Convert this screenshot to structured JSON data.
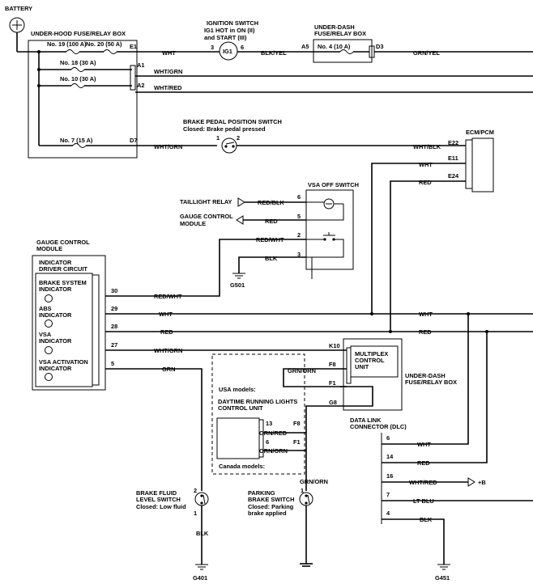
{
  "power": {
    "battery": "BATTERY"
  },
  "underhood": {
    "title": "UNDER-HOOD FUSE/RELAY BOX",
    "fuse19": "No. 19 (100 A)",
    "fuse20": "No. 20 (50 A)",
    "fuse18": "No. 18 (30 A)",
    "fuse10": "No. 10 (30 A)",
    "fuse7": "No. 7 (15 A)",
    "e1": "E1",
    "a1": "A1",
    "a2": "A2",
    "d7": "D7"
  },
  "ignition": {
    "title1": "IGNITION SWITCH",
    "title2": "IG1 HOT in ON (II)",
    "title3": "and START (III)",
    "symbol": "IG1",
    "pin_in": "3",
    "pin_out": "6"
  },
  "underdash_top": {
    "title1": "UNDER-DASH",
    "title2": "FUSE/RELAY BOX",
    "fuse": "No. 4 (10 A)",
    "a5": "A5",
    "d3": "D3"
  },
  "brake_pedal": {
    "title": "BRAKE PEDAL POSITION SWITCH",
    "state": "Closed: Brake pedal pressed",
    "pin1": "1",
    "pin2": "2"
  },
  "ecm": {
    "title": "ECM/PCM",
    "e22": "E22",
    "e11": "E11",
    "e24": "E24"
  },
  "vsa_off": {
    "title": "VSA OFF SWITCH",
    "pin6": "6",
    "pin5": "5",
    "pin2": "2",
    "pin3": "3"
  },
  "taillight": {
    "title": "TAILLIGHT RELAY"
  },
  "gauge_top": {
    "title1": "GAUGE CONTROL",
    "title2": "MODULE"
  },
  "grounds": {
    "g501": "G501",
    "g401": "G401",
    "g451": "G451"
  },
  "gauge": {
    "title1": "GAUGE CONTROL",
    "title2": "MODULE",
    "sub1": "INDICATOR",
    "sub2": "DRIVER CIRCUIT",
    "brake1": "BRAKE SYSTEM",
    "brake2": "INDICATOR",
    "abs1": "ABS",
    "abs2": "INDICATOR",
    "vsa1": "VSA",
    "vsa2": "INDICATOR",
    "vsaa1": "VSA ACTIVATION",
    "vsaa2": "INDICATOR",
    "p30": "30",
    "p29": "29",
    "p28": "28",
    "p27": "27",
    "p5": "5"
  },
  "mcu": {
    "title1": "MULTIPLEX",
    "title2": "CONTROL",
    "title3": "UNIT",
    "k10": "K10",
    "f8": "F8",
    "f1": "F1",
    "g8": "G8",
    "box1": "UNDER-DASH",
    "box2": "FUSE/RELAY BOX"
  },
  "models": {
    "usa": "USA models:",
    "canada": "Canada models:"
  },
  "drl": {
    "title1": "DAYTIME RUNNING LIGHTS",
    "title2": "CONTROL UNIT",
    "p13": "13",
    "p6": "6",
    "f8": "F8",
    "f1": "F1"
  },
  "dlc": {
    "title": "DATA LINK",
    "title2": "CONNECTOR (DLC)",
    "p6": "6",
    "p14": "14",
    "p16": "16",
    "p7": "7",
    "p4": "4",
    "plusb": "+B"
  },
  "brake_fluid": {
    "title1": "BRAKE FLUID",
    "title2": "LEVEL SWITCH",
    "state": "Closed: Low fluid",
    "pin2": "2",
    "pin1": "1"
  },
  "parking": {
    "title1": "PARKING",
    "title2": "BRAKE SWITCH",
    "state1": "Closed: Parking",
    "state2": "brake applied",
    "pin1": "1"
  },
  "wires": {
    "wht": "WHT",
    "blk_yel": "BLK/YEL",
    "grn_yel": "GRN/YEL",
    "wht_grn": "WHT/GRN",
    "wht_red": "WHT/RED",
    "wht_blk": "WHT/BLK",
    "red": "RED",
    "red_blk": "RED/BLK",
    "red_wht": "RED/WHT",
    "blk": "BLK",
    "grn": "GRN",
    "grn_orn": "GRN/ORN",
    "grn_red": "GRN/RED",
    "lt_blu": "LT BLU"
  }
}
